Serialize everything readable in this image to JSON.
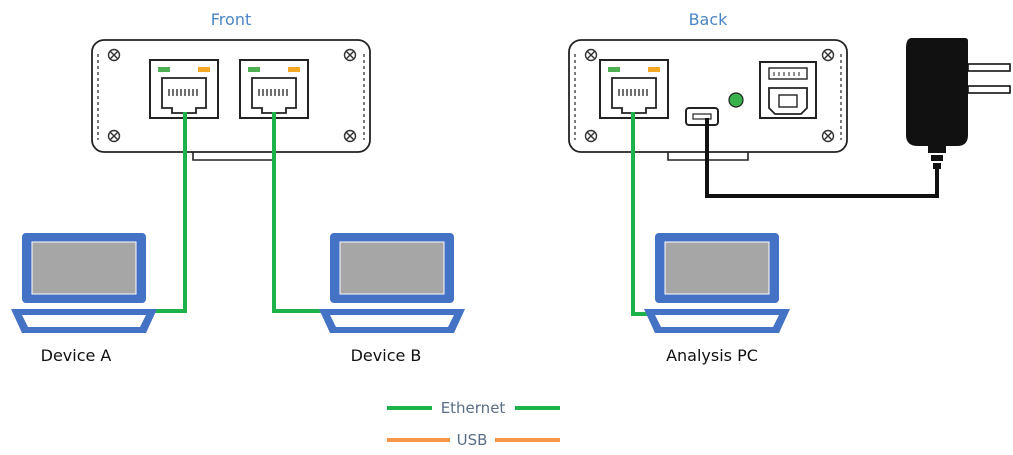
{
  "panels": {
    "front_title": "Front",
    "back_title": "Back"
  },
  "devices": {
    "device_a": "Device A",
    "device_b": "Device B",
    "analysis_pc": "Analysis PC"
  },
  "legend": {
    "ethernet": "Ethernet",
    "usb": "USB"
  },
  "colors": {
    "title_blue": "#4a86c5",
    "ethernet": "#1db34a",
    "usb": "#f79646",
    "laptop": "#4472c4",
    "led_green": "#4caf50",
    "led_orange": "#f5a623",
    "power_led": "#37b24d",
    "legend_text": "#5b6e86"
  },
  "icons": [
    "screw-icon",
    "rj45-port-icon",
    "usb-b-port-icon",
    "micro-usb-port-icon",
    "laptop-icon",
    "power-adapter-icon"
  ]
}
